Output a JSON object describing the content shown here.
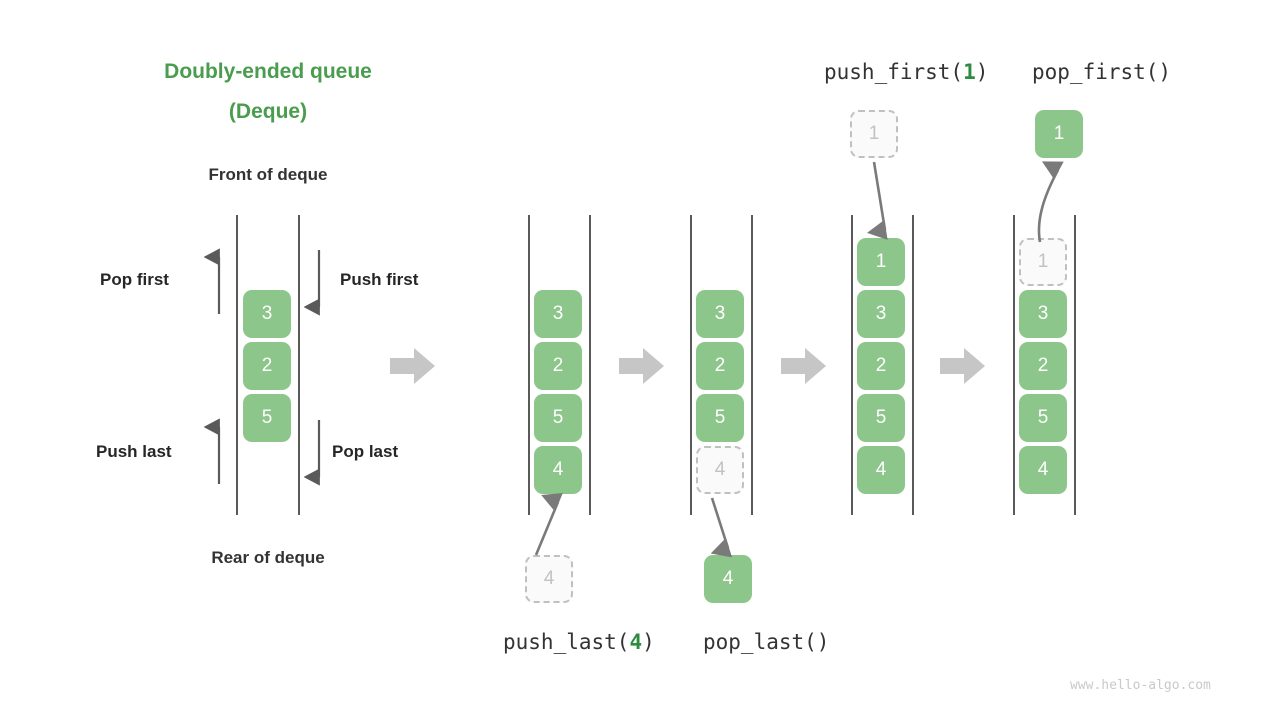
{
  "title": {
    "line1": "Doubly-ended queue",
    "line2": "(Deque)"
  },
  "labels": {
    "front": "Front of deque",
    "rear": "Rear of deque",
    "pop_first": "Pop first",
    "push_first": "Push first",
    "push_last": "Push last",
    "pop_last": "Pop last"
  },
  "operations": {
    "push_first": {
      "name": "push_first(",
      "arg": "1",
      "close": ")"
    },
    "pop_first": {
      "name": "pop_first()",
      "arg": "",
      "close": ""
    },
    "push_last": {
      "name": "push_last(",
      "arg": "4",
      "close": ")"
    },
    "pop_last": {
      "name": "pop_last()",
      "arg": "",
      "close": ""
    }
  },
  "stages": [
    {
      "id": "initial",
      "cells": [
        {
          "value": "3",
          "ghost": false
        },
        {
          "value": "2",
          "ghost": false
        },
        {
          "value": "5",
          "ghost": false
        }
      ]
    },
    {
      "id": "after-push-last",
      "cells": [
        {
          "value": "3",
          "ghost": false
        },
        {
          "value": "2",
          "ghost": false
        },
        {
          "value": "5",
          "ghost": false
        },
        {
          "value": "4",
          "ghost": false
        }
      ]
    },
    {
      "id": "before-pop-last",
      "cells": [
        {
          "value": "3",
          "ghost": false
        },
        {
          "value": "2",
          "ghost": false
        },
        {
          "value": "5",
          "ghost": false
        },
        {
          "value": "4",
          "ghost": true
        }
      ]
    },
    {
      "id": "after-push-first",
      "cells": [
        {
          "value": "1",
          "ghost": false
        },
        {
          "value": "3",
          "ghost": false
        },
        {
          "value": "2",
          "ghost": false
        },
        {
          "value": "5",
          "ghost": false
        },
        {
          "value": "4",
          "ghost": false
        }
      ]
    },
    {
      "id": "after-pop-first",
      "cells": [
        {
          "value": "1",
          "ghost": true
        },
        {
          "value": "3",
          "ghost": false
        },
        {
          "value": "2",
          "ghost": false
        },
        {
          "value": "5",
          "ghost": false
        },
        {
          "value": "4",
          "ghost": false
        }
      ]
    }
  ],
  "floating": {
    "push_last_input": {
      "value": "4",
      "ghost": true
    },
    "pop_last_output": {
      "value": "4",
      "ghost": false
    },
    "push_first_input": {
      "value": "1",
      "ghost": true
    },
    "pop_first_output": {
      "value": "1",
      "ghost": false
    }
  },
  "colors": {
    "accent_green": "#4a9c4e",
    "cell_green": "#8cc68a",
    "ghost_border": "#c0c0c0",
    "step_arrow": "#c6c6c6",
    "rail": "#5a5a5a",
    "text": "#333333"
  },
  "watermark": "www.hello-algo.com"
}
